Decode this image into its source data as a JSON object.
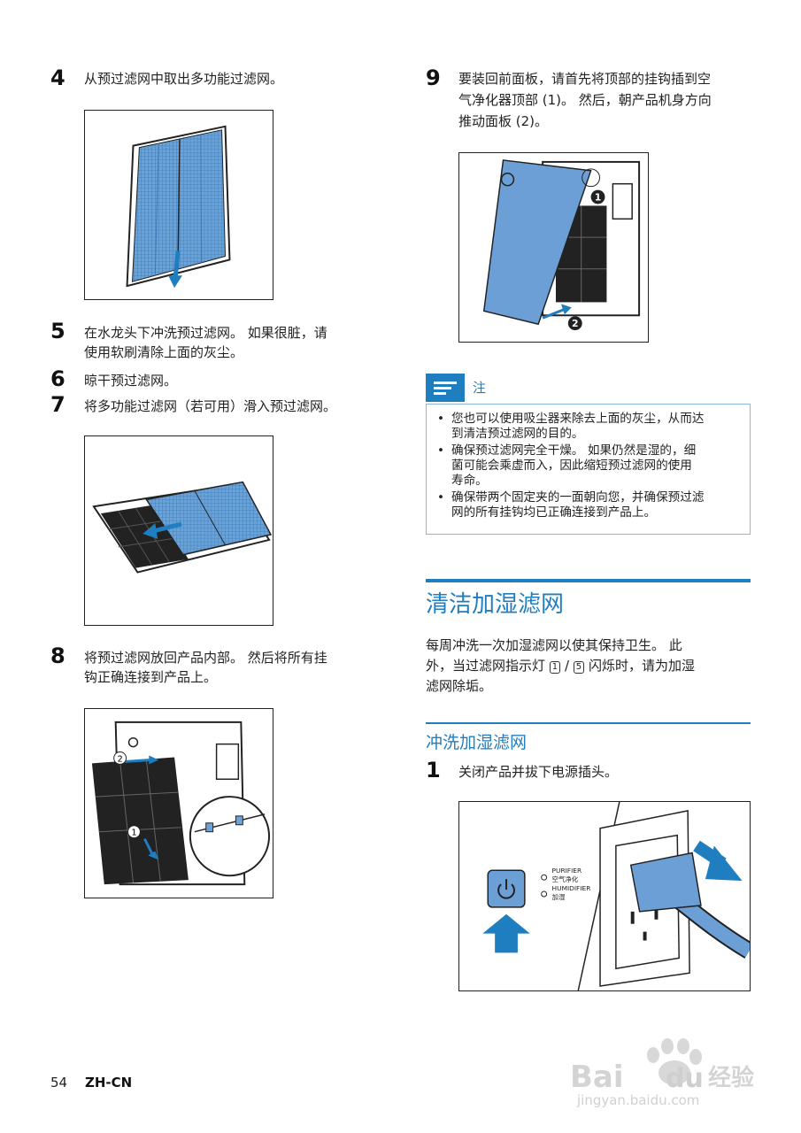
{
  "steps": [
    {
      "num": "4",
      "text": "从预过滤网中取出多功能过滤网。"
    },
    {
      "num": "5",
      "text_line1": "在水龙头下冲洗预过滤网。 如果很脏，请",
      "text_line2": "使用软刷清除上面的灰尘。"
    },
    {
      "num": "6",
      "text": "晾干预过滤网。"
    },
    {
      "num": "7",
      "text": "将多功能过滤网（若可用）滑入预过滤网。"
    },
    {
      "num": "8",
      "text_line1": "将预过滤网放回产品内部。 然后将所有挂",
      "text_line2": "钩正确连接到产品上。"
    },
    {
      "num": "9",
      "text_line1": "要装回前面板，请首先将顶部的挂钩插到空",
      "text_line2": "气净化器顶部 (1)。 然后，朝产品机身方向",
      "text_line3": "推动面板 (2)。"
    }
  ],
  "note": {
    "title": "注",
    "items": [
      {
        "line1": "您也可以使用吸尘器来除去上面的灰尘，从而达",
        "line2": "到清洁预过滤网的目的。"
      },
      {
        "line1": "确保预过滤网完全干燥。 如果仍然是湿的，细",
        "line2": "菌可能会乘虚而入，因此缩短预过滤网的使用",
        "line3": "寿命。"
      },
      {
        "line1": "确保带两个固定夹的一面朝向您，并确保预过滤",
        "line2": "网的所有挂钩均已正确连接到产品上。"
      }
    ]
  },
  "section": {
    "title": "清洁加湿滤网",
    "para_line1": "每周冲洗一次加湿滤网以使其保持卫生。 此",
    "para_line2a": "外，当过滤网指示灯",
    "indicator_a": "1",
    "slash": "/",
    "indicator_b": "5",
    "para_line2b": "闪烁时，请为加湿",
    "para_line3": "滤网除垢。",
    "subtitle": "冲洗加湿滤网",
    "step1_num": "1",
    "step1_text": "关闭产品并拔下电源插头。"
  },
  "figure_labels": {
    "callout_1": "1",
    "callout_2": "2",
    "purifier_en": "PURIFIER",
    "purifier_cn": "空气净化",
    "humidifier_en": "HUMIDIFIER",
    "humidifier_cn": "加湿"
  },
  "footer": {
    "page": "54",
    "lang": "ZH-CN"
  },
  "watermark": {
    "brand_a": "Bai",
    "brand_b": "du",
    "brand_cn": "经验",
    "url": "jingyan.baidu.com"
  },
  "colors": {
    "accent": "#1f7ec0",
    "filter_blue": "#6aa3d8",
    "panel_blue": "#6b9fd6"
  }
}
